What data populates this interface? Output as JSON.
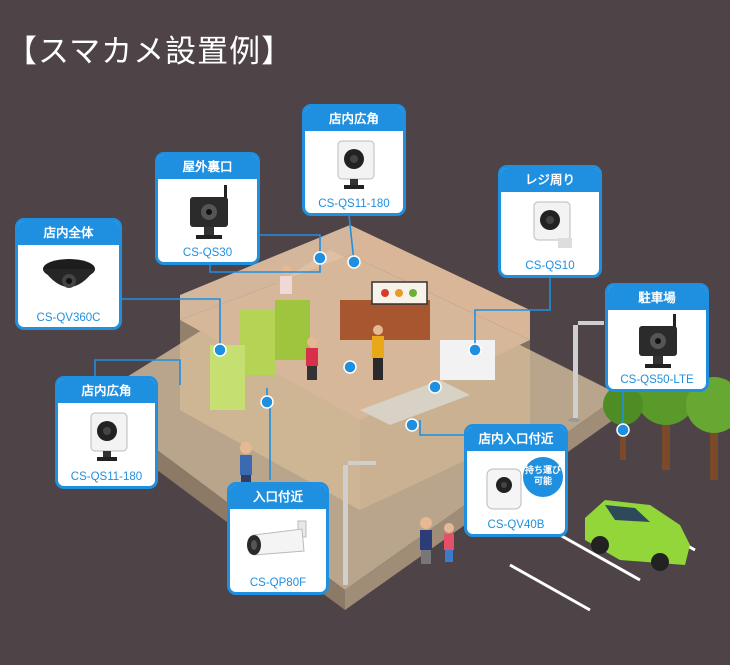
{
  "title": "【スマカメ設置例】",
  "colors": {
    "background": "#4e4448",
    "accent": "#1f8fe0",
    "card_bg": "#ffffff"
  },
  "cards": [
    {
      "id": "in-store-wide-top",
      "location": "店内広角",
      "model": "CS-QS11-180",
      "icon": "cube-camera-icon"
    },
    {
      "id": "back-door",
      "location": "屋外裏口",
      "model": "CS-QS30",
      "icon": "outdoor-camera-icon"
    },
    {
      "id": "register",
      "location": "レジ周り",
      "model": "CS-QS10",
      "icon": "cube-camera-icon"
    },
    {
      "id": "in-store-all",
      "location": "店内全体",
      "model": "CS-QV360C",
      "icon": "dome-360-camera-icon"
    },
    {
      "id": "parking",
      "location": "駐車場",
      "model": "CS-QS50-LTE",
      "icon": "outdoor-camera-icon"
    },
    {
      "id": "in-store-wide-left",
      "location": "店内広角",
      "model": "CS-QS11-180",
      "icon": "cube-camera-icon"
    },
    {
      "id": "entrance-inside",
      "location": "店内入口付近",
      "model": "CS-QV40B",
      "icon": "portable-camera-icon",
      "badge": [
        "持ち運び",
        "可能"
      ]
    },
    {
      "id": "entrance",
      "location": "入口付近",
      "model": "CS-QP80F",
      "icon": "bullet-camera-icon"
    }
  ]
}
